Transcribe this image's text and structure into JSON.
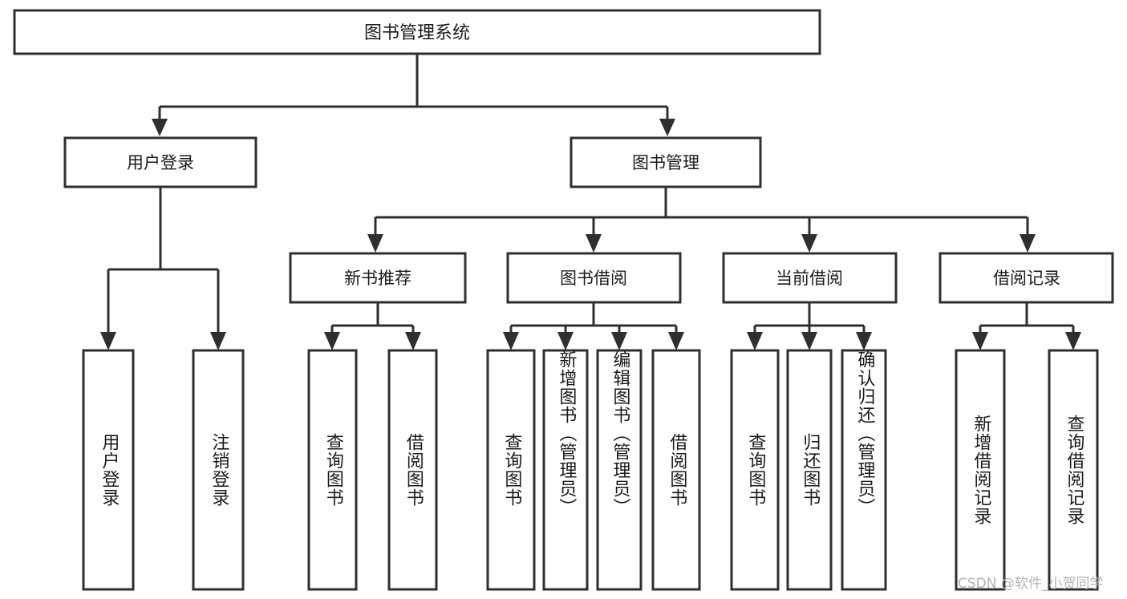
{
  "diagram": {
    "type": "hierarchy-tree",
    "title_node": {
      "label": "图书管理系统"
    },
    "level2": [
      {
        "id": "user-login",
        "label": "用户登录"
      },
      {
        "id": "book-manage",
        "label": "图书管理"
      }
    ],
    "level3": [
      {
        "id": "new-book-recommend",
        "label": "新书推荐"
      },
      {
        "id": "book-borrow",
        "label": "图书借阅"
      },
      {
        "id": "current-borrow",
        "label": "当前借阅"
      },
      {
        "id": "borrow-record",
        "label": "借阅记录"
      }
    ],
    "leaves": {
      "user_login": [
        {
          "id": "leaf-user-login",
          "label": "用户登录"
        },
        {
          "id": "leaf-logout-login",
          "label": "注销登录"
        }
      ],
      "new_book_recommend": [
        {
          "id": "leaf-query-book-1",
          "label": "查询图书"
        },
        {
          "id": "leaf-borrow-book-1",
          "label": "借阅图书"
        }
      ],
      "book_borrow": [
        {
          "id": "leaf-query-book-2",
          "label": "查询图书"
        },
        {
          "id": "leaf-add-book",
          "label": "新增图书（管理员）"
        },
        {
          "id": "leaf-edit-book",
          "label": "编辑图书（管理员）"
        },
        {
          "id": "leaf-borrow-book-2",
          "label": "借阅图书"
        }
      ],
      "current_borrow": [
        {
          "id": "leaf-query-book-3",
          "label": "查询图书"
        },
        {
          "id": "leaf-return-book",
          "label": "归还图书"
        },
        {
          "id": "leaf-confirm-return",
          "label": "确认归还（管理员）"
        }
      ],
      "borrow_record": [
        {
          "id": "leaf-add-record",
          "label": "新增借阅记录"
        },
        {
          "id": "leaf-query-record",
          "label": "查询借阅记录"
        }
      ]
    },
    "colors": {
      "box_stroke": "#2f2f2f",
      "box_fill": "#ffffff",
      "text": "#1b1b1b",
      "watermark": "#b4b4b4",
      "background": "#ffffff"
    }
  },
  "watermark": {
    "text": "CSDN @软件_小贺同学"
  }
}
